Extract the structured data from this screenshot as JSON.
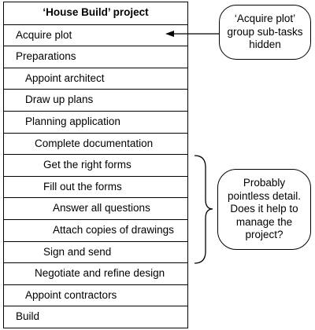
{
  "table": {
    "header": "‘House Build’ project",
    "rows": [
      {
        "label": "Acquire plot",
        "level": 0
      },
      {
        "label": "Preparations",
        "level": 0
      },
      {
        "label": "Appoint architect",
        "level": 1
      },
      {
        "label": "Draw up plans",
        "level": 1
      },
      {
        "label": "Planning application",
        "level": 1
      },
      {
        "label": "Complete documentation",
        "level": 2
      },
      {
        "label": "Get the right forms",
        "level": 3
      },
      {
        "label": "Fill out the forms",
        "level": 3
      },
      {
        "label": "Answer all questions",
        "level": 4
      },
      {
        "label": "Attach copies of drawings",
        "level": 4
      },
      {
        "label": "Sign and send",
        "level": 3
      },
      {
        "label": "Negotiate and refine design",
        "level": 2
      },
      {
        "label": "Appoint contractors",
        "level": 1
      },
      {
        "label": "Build",
        "level": 0
      }
    ]
  },
  "callouts": {
    "top": {
      "lines": [
        "‘Acquire plot’",
        "group sub-tasks",
        "hidden"
      ]
    },
    "bottom": {
      "lines": [
        "Probably",
        "pointless detail.",
        "Does it help to",
        "manage the",
        "project?"
      ]
    }
  }
}
